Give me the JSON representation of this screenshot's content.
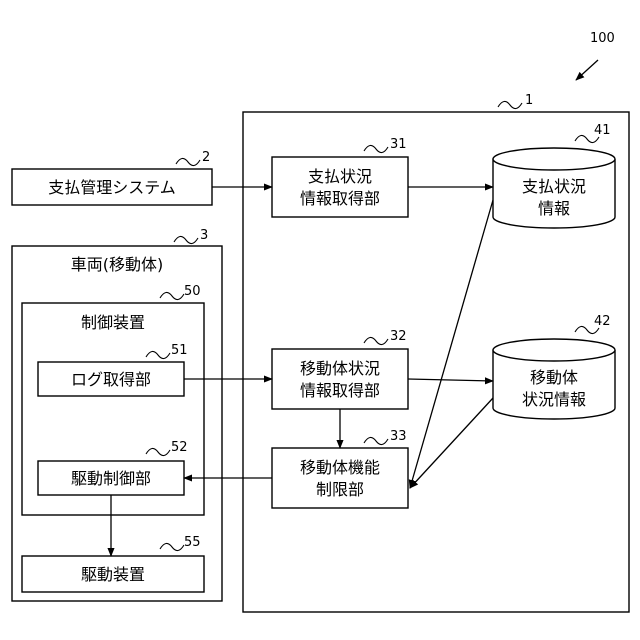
{
  "figure_ref": "100",
  "server_ref": "1",
  "payment_system": {
    "label": "支払管理システム",
    "ref": "2"
  },
  "vehicle": {
    "label": "車両(移動体)",
    "ref": "3"
  },
  "control_device": {
    "label": "制御装置",
    "ref": "50"
  },
  "log_unit": {
    "label": "ログ取得部",
    "ref": "51"
  },
  "drive_control": {
    "label": "駆動制御部",
    "ref": "52"
  },
  "drive_device": {
    "label": "駆動装置",
    "ref": "55"
  },
  "payment_info_unit": {
    "line1": "支払状況",
    "line2": "情報取得部",
    "ref": "31"
  },
  "mobile_info_unit": {
    "line1": "移動体状況",
    "line2": "情報取得部",
    "ref": "32"
  },
  "limit_unit": {
    "line1": "移動体機能",
    "line2": "制限部",
    "ref": "33"
  },
  "payment_db": {
    "line1": "支払状況",
    "line2": "情報",
    "ref": "41"
  },
  "mobile_db": {
    "line1": "移動体",
    "line2": "状況情報",
    "ref": "42"
  }
}
